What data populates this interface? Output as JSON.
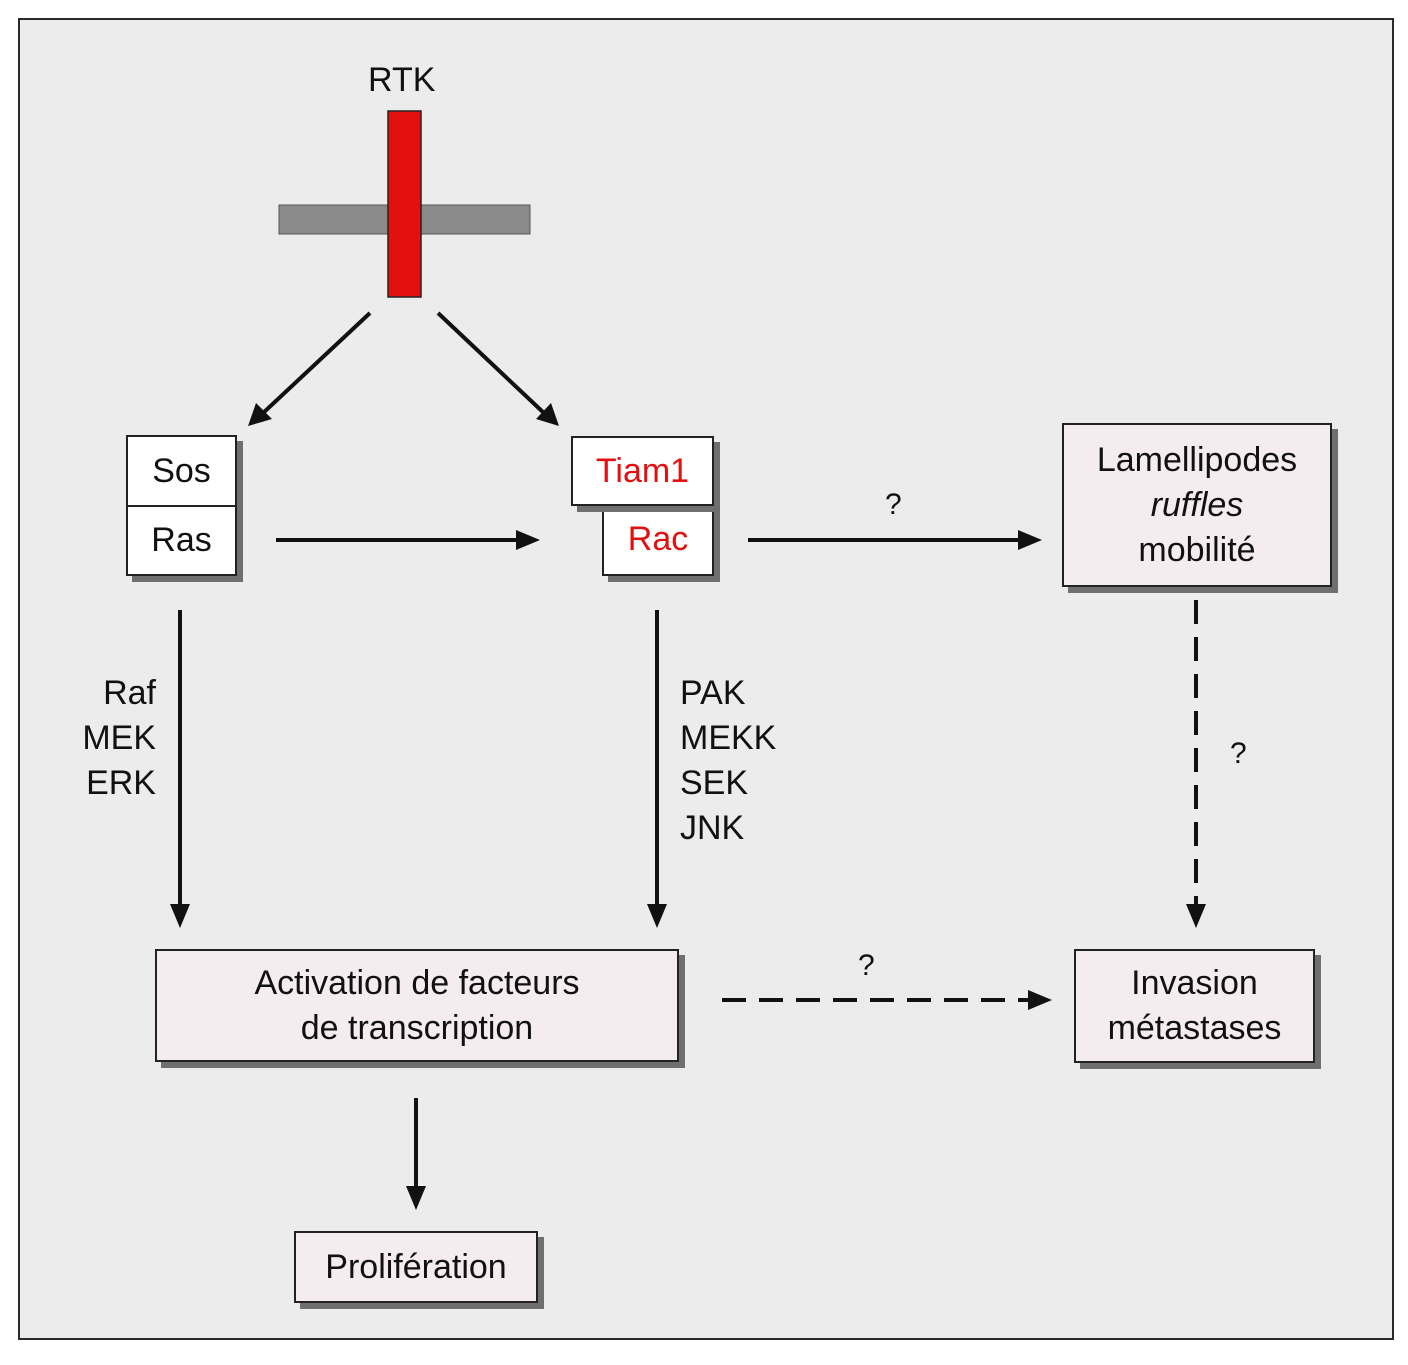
{
  "receptor": {
    "label": "RTK"
  },
  "nodes": {
    "sos": "Sos",
    "ras": "Ras",
    "tiam1": "Tiam1",
    "rac": "Rac",
    "lamellipodes": [
      "Lamellipodes",
      "ruffles",
      "mobilité"
    ],
    "activation": [
      "Activation de facteurs",
      "de transcription"
    ],
    "invasion": [
      "Invasion",
      "métastases"
    ],
    "proliferation": "Prolifération"
  },
  "pathway_labels": {
    "ras_cascade": [
      "Raf",
      "MEK",
      "ERK"
    ],
    "rac_cascade": [
      "PAK",
      "MEKK",
      "SEK",
      "JNK"
    ]
  },
  "uncertain_marker": "?",
  "colors": {
    "highlight": "#e31010",
    "membrane": "#8a8a8a",
    "receptor": "#e31010"
  }
}
